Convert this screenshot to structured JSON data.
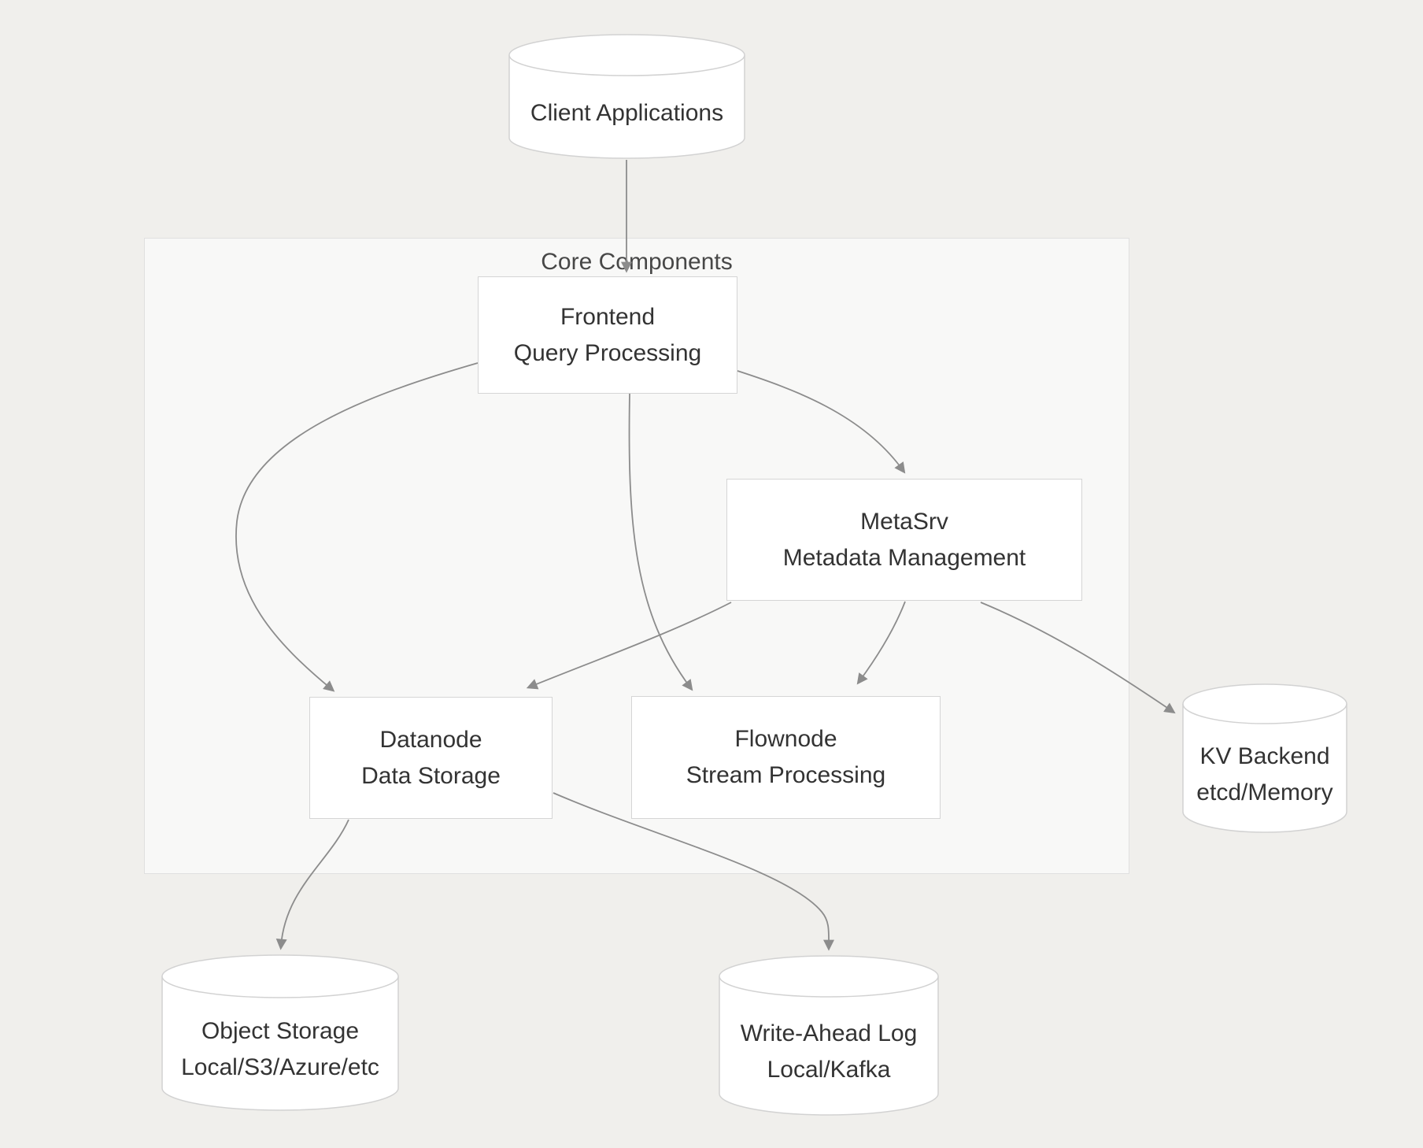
{
  "diagram": {
    "type": "architecture-flowchart",
    "group": {
      "label": "Core Components"
    },
    "nodes": {
      "client": {
        "line1": "Client Applications",
        "line2": ""
      },
      "frontend": {
        "line1": "Frontend",
        "line2": "Query Processing"
      },
      "metasrv": {
        "line1": "MetaSrv",
        "line2": "Metadata Management"
      },
      "datanode": {
        "line1": "Datanode",
        "line2": "Data Storage"
      },
      "flownode": {
        "line1": "Flownode",
        "line2": "Stream Processing"
      },
      "kv_backend": {
        "line1": "KV Backend",
        "line2": "etcd/Memory"
      },
      "object_storage": {
        "line1": "Object Storage",
        "line2": "Local/S3/Azure/etc"
      },
      "wal": {
        "line1": "Write-Ahead Log",
        "line2": "Local/Kafka"
      }
    },
    "edges": [
      {
        "from": "Client Applications",
        "to": "Frontend"
      },
      {
        "from": "Frontend",
        "to": "MetaSrv"
      },
      {
        "from": "Frontend",
        "to": "Datanode"
      },
      {
        "from": "Frontend",
        "to": "Flownode"
      },
      {
        "from": "MetaSrv",
        "to": "Datanode"
      },
      {
        "from": "MetaSrv",
        "to": "Flownode"
      },
      {
        "from": "MetaSrv",
        "to": "KV Backend"
      },
      {
        "from": "Datanode",
        "to": "Object Storage"
      },
      {
        "from": "Datanode",
        "to": "Write-Ahead Log"
      }
    ],
    "colors": {
      "canvas_bg": "#f0efec",
      "group_bg": "#f8f8f7",
      "group_border": "#e0e0e0",
      "node_fill": "#ffffff",
      "node_border": "#d5d5d5",
      "edge": "#8c8c8c",
      "text": "#333333",
      "group_label_text": "#474747"
    }
  }
}
